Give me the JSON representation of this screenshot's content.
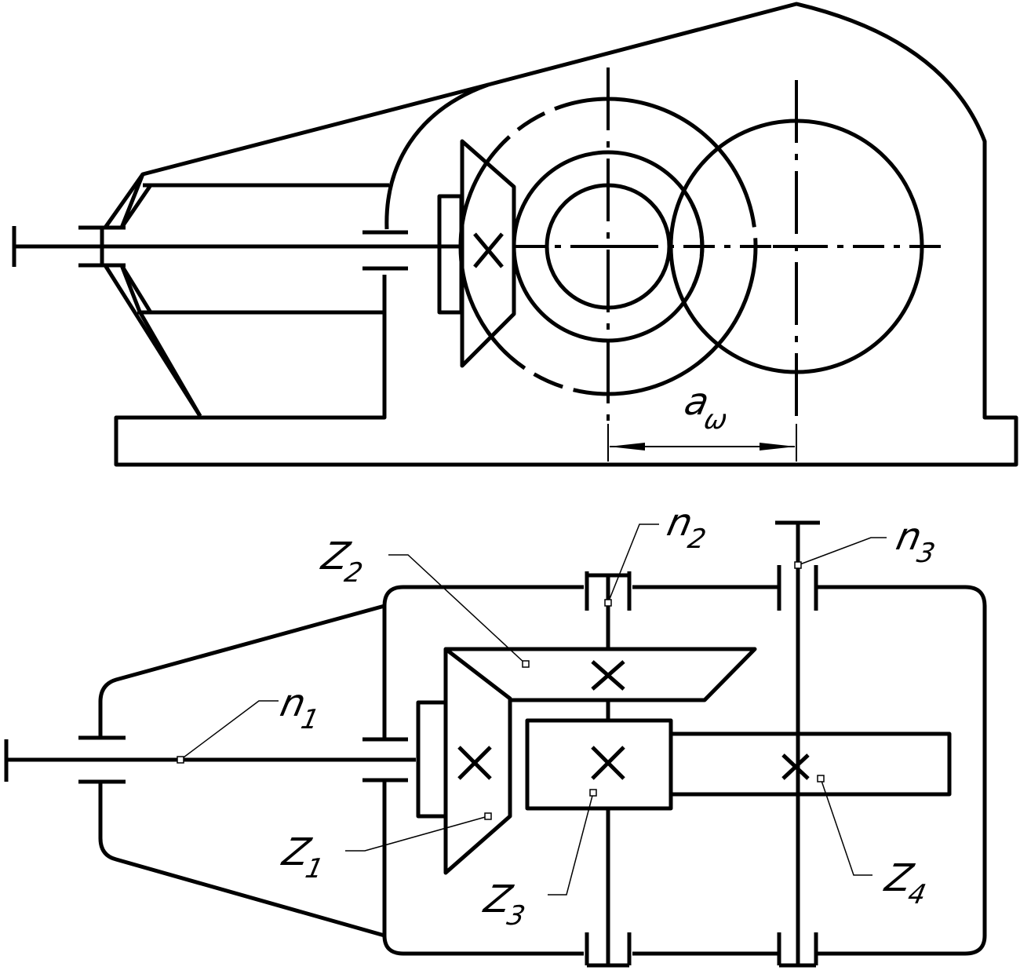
{
  "labels": {
    "aw": {
      "main": "a",
      "sub": "ω"
    },
    "n1": {
      "main": "n",
      "sub": "1"
    },
    "n2": {
      "main": "n",
      "sub": "2"
    },
    "n3": {
      "main": "n",
      "sub": "3"
    },
    "z1": {
      "main": "Z",
      "sub": "1"
    },
    "z2": {
      "main": "Z",
      "sub": "2"
    },
    "z3": {
      "main": "Z",
      "sub": "3"
    },
    "z4": {
      "main": "Z",
      "sub": "4"
    }
  },
  "colors": {
    "line": "#000000",
    "background": "#ffffff"
  }
}
